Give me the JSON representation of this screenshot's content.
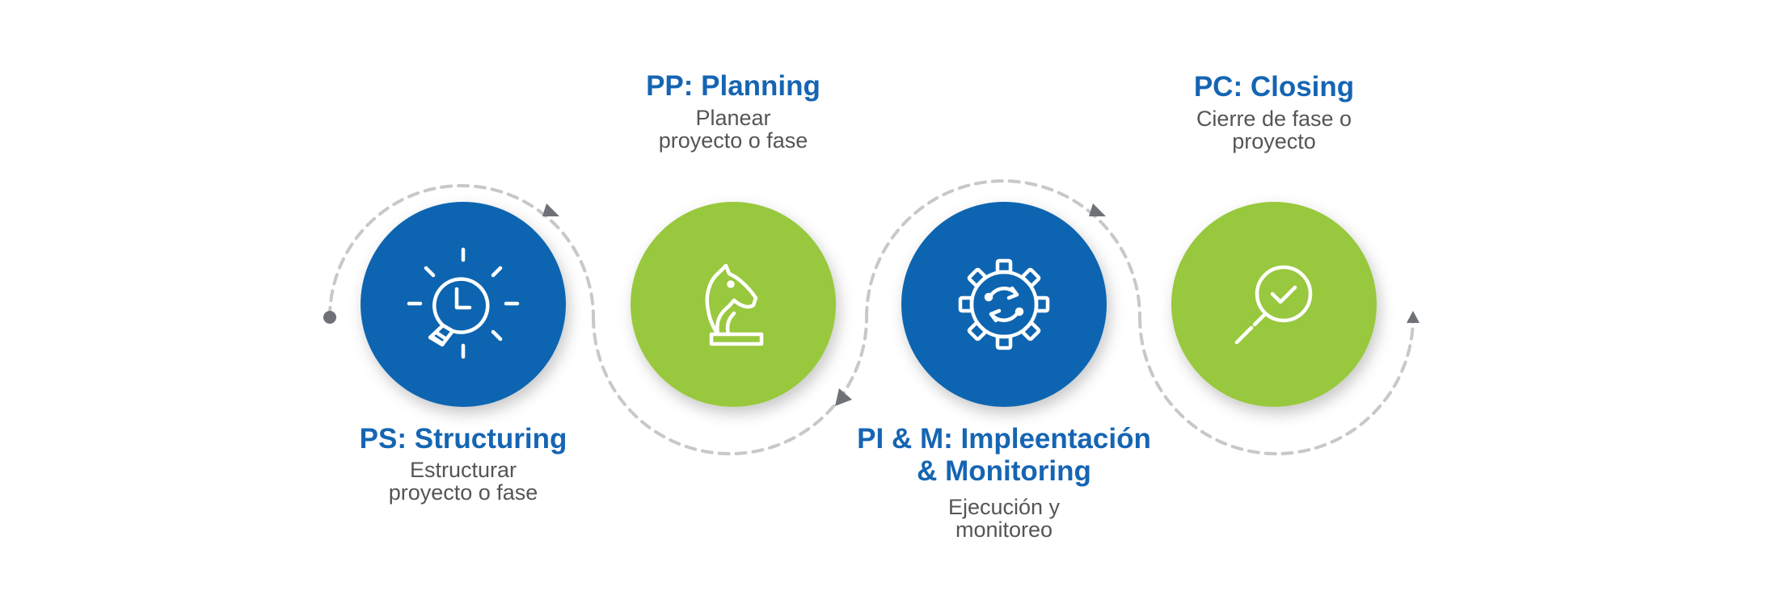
{
  "colors": {
    "blue": "#0d65b1",
    "green": "#98c83e",
    "title": "#1565b3",
    "subtitle": "#555555",
    "path": "#c8c8c8",
    "arrow": "#6e7277"
  },
  "steps": [
    {
      "title": "PS: Structuring",
      "subtitle_1": "Estructurar",
      "subtitle_2": "proyecto o fase",
      "icon": "lightbulb-clock-icon",
      "color": "blue"
    },
    {
      "title": "PP: Planning",
      "subtitle_1": "Planear",
      "subtitle_2": "proyecto o fase",
      "icon": "chess-knight-icon",
      "color": "green"
    },
    {
      "title_1": "PI & M: Impleentación",
      "title_2": "& Monitoring",
      "subtitle_1": "Ejecución y",
      "subtitle_2": "monitoreo",
      "icon": "gear-icon",
      "color": "blue"
    },
    {
      "title": "PC: Closing",
      "subtitle_1": "Cierre de fase o",
      "subtitle_2": "proyecto",
      "icon": "magnifier-check-icon",
      "color": "green"
    }
  ]
}
